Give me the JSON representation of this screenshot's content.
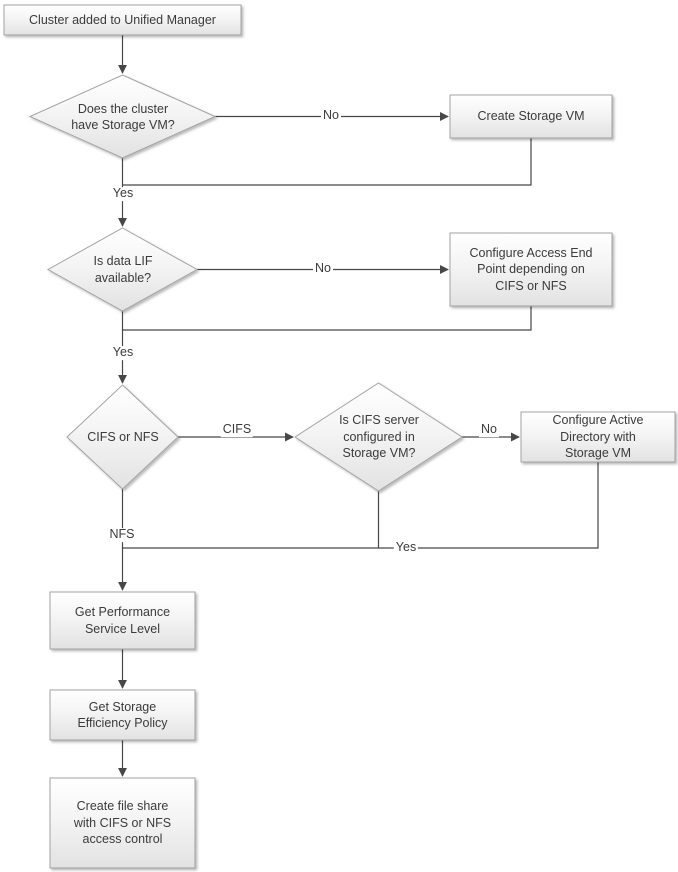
{
  "diagram": {
    "type": "flowchart",
    "description": "Cluster file share provisioning workflow",
    "colors": {
      "background": "#ffffff",
      "shape_fill_top": "#ffffff",
      "shape_fill_bottom": "#e2e2e2",
      "shape_border": "#a3a3a3",
      "connector": "#474747",
      "text": "#3b3b3b"
    },
    "nodes": {
      "start": {
        "shape": "process",
        "label": "Cluster added to Unified Manager"
      },
      "has_storage_vm": {
        "shape": "decision",
        "label": "Does the cluster\nhave Storage VM?"
      },
      "create_storage_vm": {
        "shape": "process",
        "label": "Create Storage VM"
      },
      "data_lif_available": {
        "shape": "decision",
        "label": "Is data LIF\navailable?"
      },
      "configure_access_end_point": {
        "shape": "process",
        "label": "Configure Access End\nPoint depending on\nCIFS or NFS"
      },
      "cifs_or_nfs": {
        "shape": "decision",
        "label": "CIFS or NFS"
      },
      "cifs_server_configured": {
        "shape": "decision",
        "label": "Is CIFS server\nconfigured in\nStorage VM?"
      },
      "configure_active_directory": {
        "shape": "process",
        "label": "Configure Active\nDirectory with\nStorage VM"
      },
      "get_performance_service_level": {
        "shape": "process",
        "label": "Get Performance\nService Level"
      },
      "get_storage_efficiency_policy": {
        "shape": "process",
        "label": "Get Storage\nEfficiency Policy"
      },
      "create_file_share": {
        "shape": "process",
        "label": "Create file share\nwith CIFS or NFS\naccess control"
      }
    },
    "edge_labels": {
      "storage_vm_no": "No",
      "storage_vm_yes": "Yes",
      "data_lif_no": "No",
      "data_lif_yes": "Yes",
      "protocol_cifs": "CIFS",
      "protocol_nfs": "NFS",
      "cifs_server_no": "No",
      "cifs_server_yes": "Yes"
    }
  }
}
